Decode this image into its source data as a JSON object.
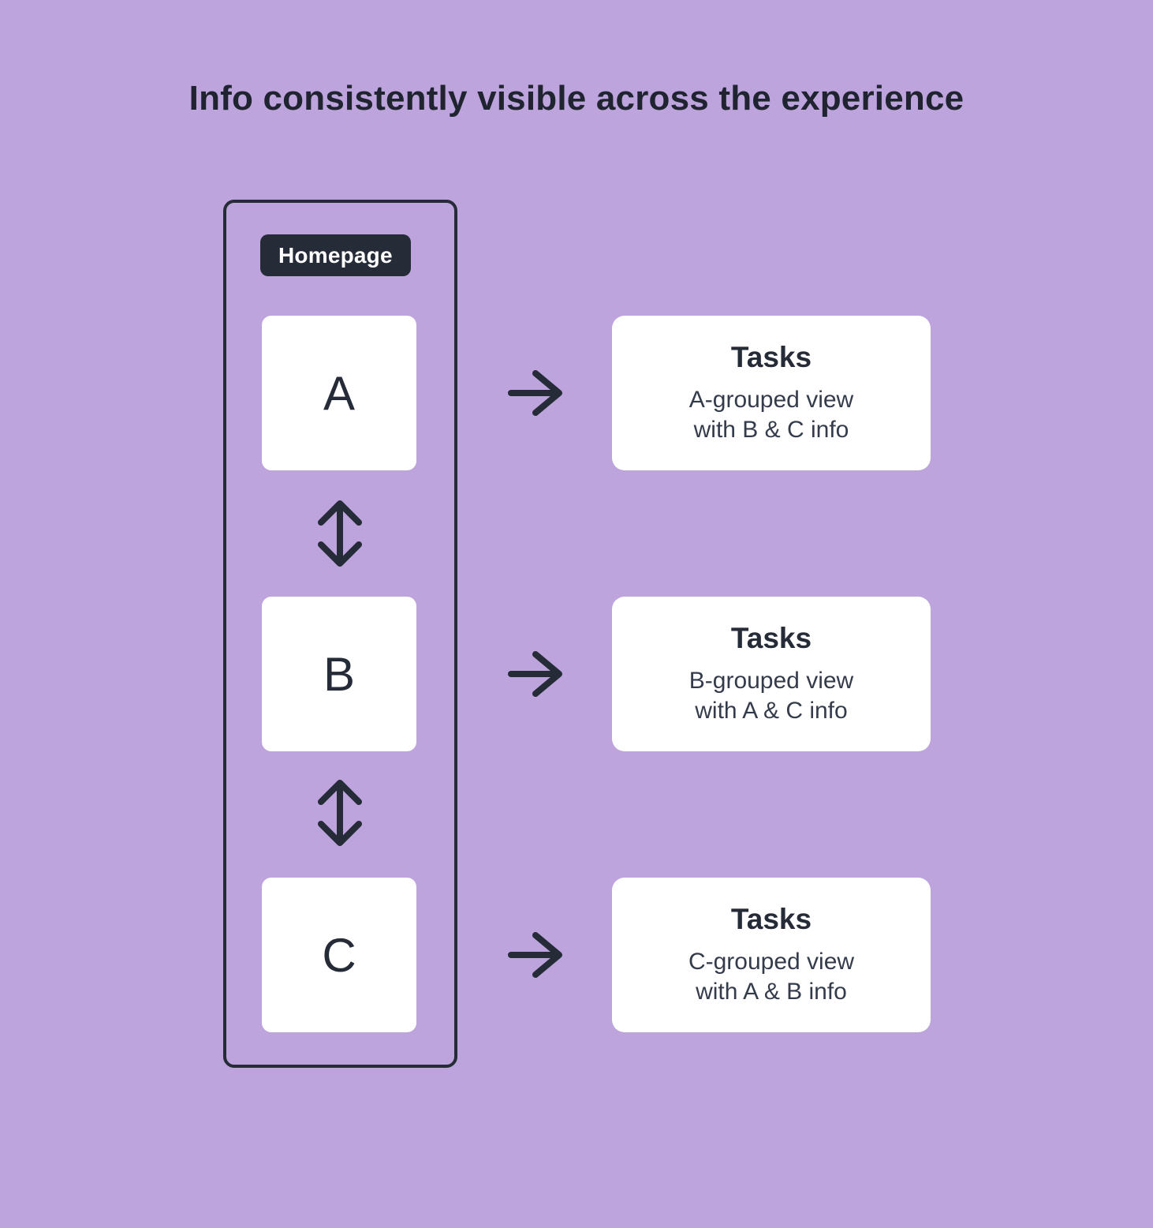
{
  "title": "Info consistently visible across the experience",
  "homepage": {
    "label": "Homepage"
  },
  "rows": [
    {
      "box_label": "A",
      "card_title": "Tasks",
      "card_line1": "A-grouped view",
      "card_line2": "with B & C info"
    },
    {
      "box_label": "B",
      "card_title": "Tasks",
      "card_line1": "B-grouped view",
      "card_line2": "with A & C info"
    },
    {
      "box_label": "C",
      "card_title": "Tasks",
      "card_line1": "C-grouped view",
      "card_line2": "with A & B info"
    }
  ],
  "icons": {
    "right_arrow": "right-arrow",
    "vertical_double_arrow": "vertical-double-arrow"
  },
  "colors": {
    "background": "#BDA4DC",
    "ink": "#252B37",
    "card_background": "#FFFFFF",
    "badge_background": "#252B37",
    "badge_text": "#FFFFFF",
    "subtitle_text": "#343B4B"
  }
}
